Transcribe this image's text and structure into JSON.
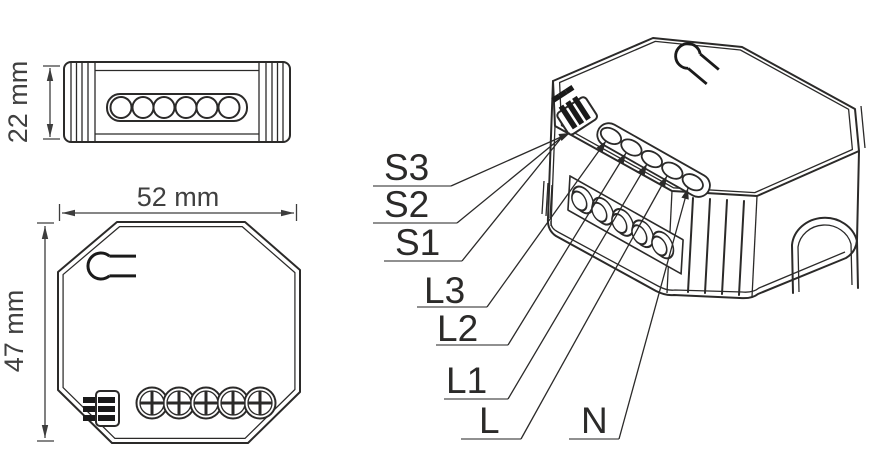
{
  "side_view": {
    "height_label": "22 mm",
    "terminal_hole_count": 6
  },
  "front_view": {
    "width_label": "52 mm",
    "height_label": "47 mm",
    "screw_terminal_count": 5,
    "connector_pin_count": 3
  },
  "iso_view": {
    "wire_hole_count": 5,
    "terminal_labels": [
      {
        "text": "S3"
      },
      {
        "text": "S2"
      },
      {
        "text": "S1"
      },
      {
        "text": "L3"
      },
      {
        "text": "L2"
      },
      {
        "text": "L1"
      },
      {
        "text": "L"
      },
      {
        "text": "N"
      }
    ]
  },
  "colors": {
    "line": "#2b2a29",
    "dim_text": "#404040",
    "background": "#ffffff"
  }
}
